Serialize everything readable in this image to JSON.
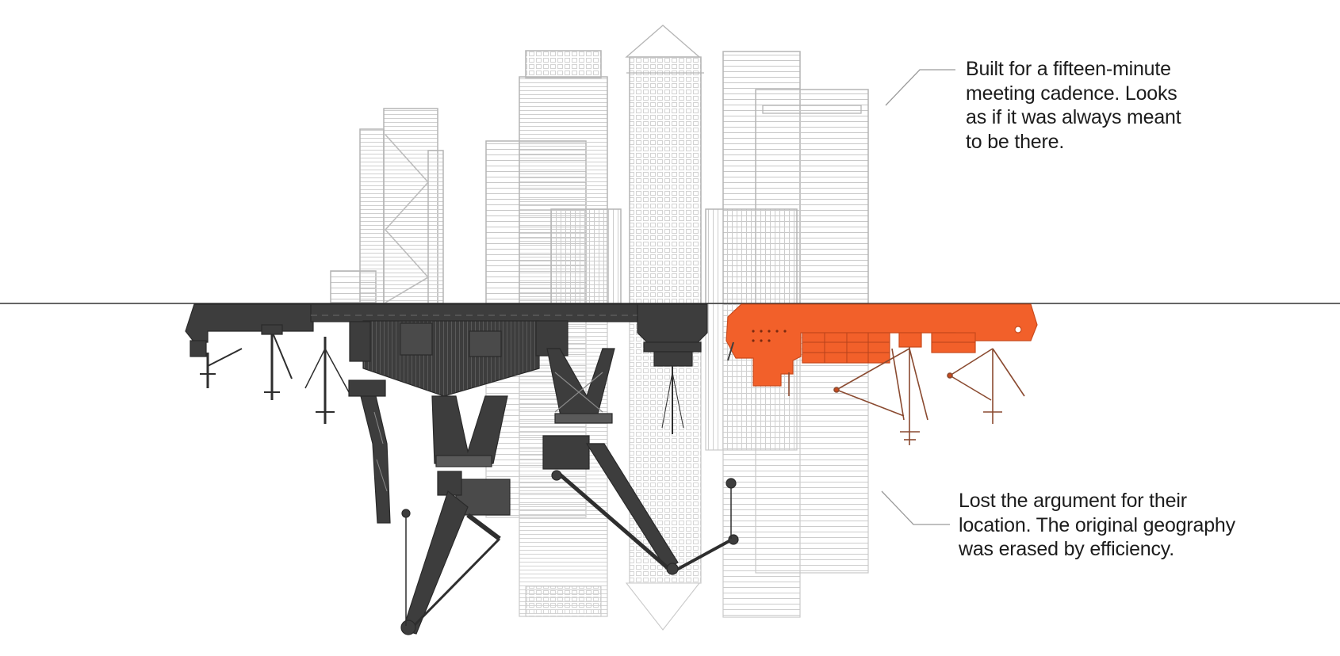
{
  "captions": {
    "top": "Built for a fifteen-minute\nmeeting cadence. Looks\nas if it was always meant\nto be there.",
    "bottom": "Lost the argument for their\nlocation. The original geography\nwas erased by efficiency."
  },
  "colors": {
    "background": "#ffffff",
    "building_line": "#b9b9b9",
    "horizon": "#3a3a3a",
    "dark_industry": "#3d3d3d",
    "accent_ship": "#f2602a",
    "text": "#1c1c1c"
  },
  "illustration": {
    "upper": "office-tower-skyline",
    "lower": "inverted-cranes-and-ships"
  }
}
